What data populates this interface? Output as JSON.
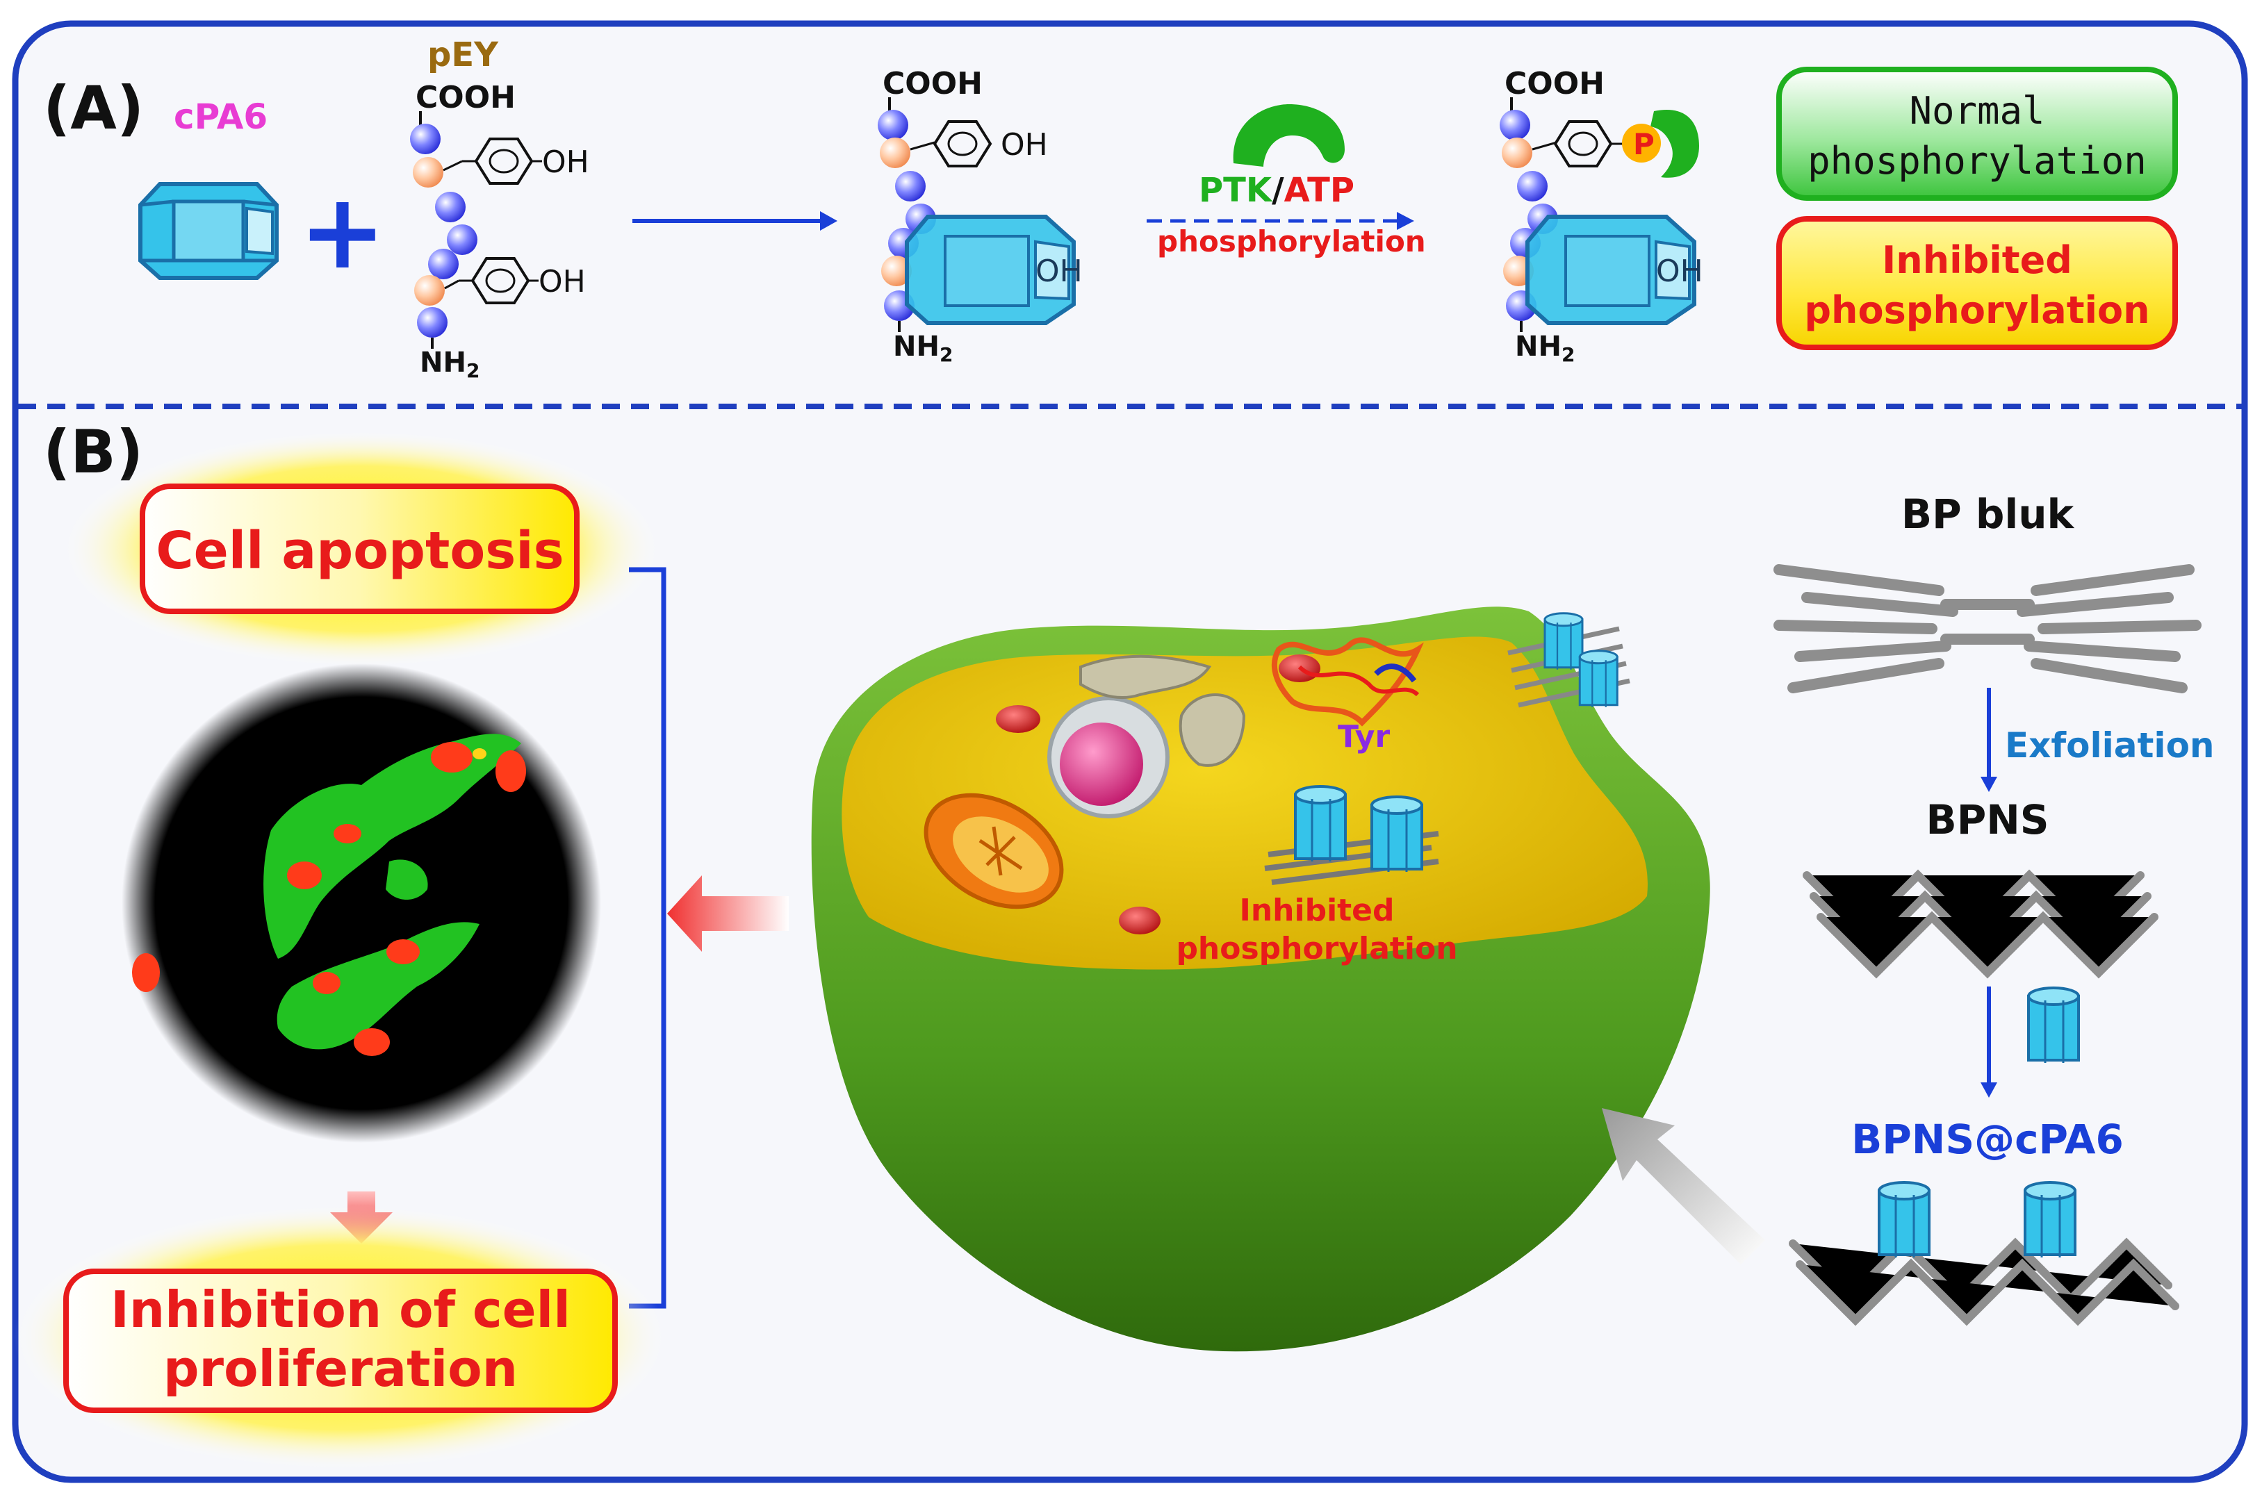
{
  "panels": {
    "a": "(A)",
    "b": "(B)"
  },
  "panel_a": {
    "host_label": "cPA6",
    "peptide_label": "pEY",
    "plus": "+",
    "cooh": "COOH",
    "nh2": "NH",
    "nh2_sub": "2",
    "oh": "OH",
    "enzyme_label_ptk": "PTK",
    "enzyme_label_slash": "/",
    "enzyme_label_atp": "ATP",
    "process_label": "phosphorylation",
    "phospho_badge": "P",
    "legend_normal": [
      "Normal",
      "phosphorylation"
    ],
    "legend_inhibited": [
      "Inhibited",
      "phosphorylation"
    ]
  },
  "panel_b": {
    "box_apoptosis": "Cell apoptosis",
    "box_inhibition": [
      "Inhibition of cell",
      "proliferation"
    ],
    "bp_bulk": "BP bluk",
    "exfoliation": "Exfoliation",
    "bpns": "BPNS",
    "bpns_cpa6": "BPNS@cPA6",
    "tyr": "Tyr",
    "inhibited": [
      "Inhibited",
      "phosphorylation"
    ]
  },
  "colors": {
    "frame_blue": "#1f3fbf",
    "cyan": "#35c3ea",
    "cyan_dark": "#1a6fa8",
    "magenta": "#e83cd3",
    "brown": "#9a6a10",
    "green": "#1fb01f",
    "red": "#e81b1b",
    "blue_text": "#1a3fd8",
    "exfoliation_blue": "#1a7ac8",
    "cell_green": "#5aa424",
    "cytoplasm": "#e8c40c",
    "purple": "#8a2be2"
  }
}
